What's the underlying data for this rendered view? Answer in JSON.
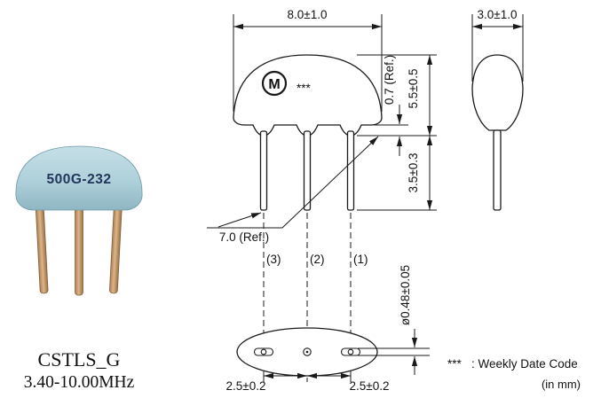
{
  "photo": {
    "marking": "500G-232",
    "caption_series": "CSTLS_G",
    "caption_range": "3.40-10.00MHz"
  },
  "front_view": {
    "dim_body_width": "8.0±1.0",
    "dim_skirt": "0.7 (Ref.)",
    "dim_body_height": "5.5±0.5",
    "dim_lead_length": "3.5±0.3",
    "dim_lead_span": "7.0 (Ref.)",
    "logo_letter": "M",
    "date_code_symbol": "***",
    "pin_labels": [
      "(3)",
      "(2)",
      "(1)"
    ]
  },
  "side_view": {
    "dim_body_thickness": "3.0±1.0"
  },
  "bottom_view": {
    "dim_pitch_left": "2.5±0.2",
    "dim_pitch_right": "2.5±0.2",
    "dim_lead_diameter": "ø0.48±0.05"
  },
  "footnote": {
    "symbol": "***",
    "label": ": Weekly Date Code",
    "units": "(in mm)"
  },
  "colors": {
    "resonator_body": "#aed0da",
    "resonator_lead": "#c59b6e",
    "line": "#1a1a1a"
  }
}
